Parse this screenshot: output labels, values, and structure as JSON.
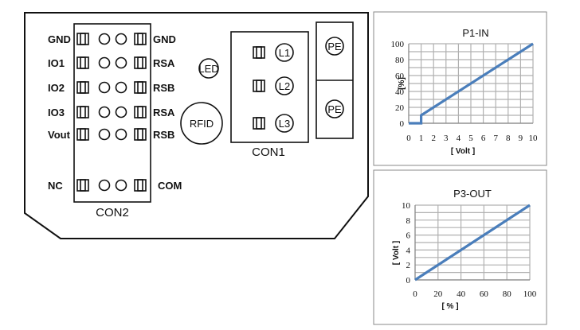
{
  "board": {
    "con2": {
      "label": "CON2",
      "left_labels": [
        "GND",
        "IO1",
        "IO2",
        "IO3",
        "Vout",
        "NC"
      ],
      "right_labels": [
        "GND",
        "RSA",
        "RSB",
        "RSA",
        "RSB",
        "COM"
      ]
    },
    "led": "LED",
    "rfid": "RFID",
    "con1": {
      "label": "CON1",
      "lines": [
        "L1",
        "L2",
        "L3"
      ]
    },
    "pe": [
      "PE",
      "PE"
    ]
  },
  "chart_data": [
    {
      "type": "line",
      "title": "P1-IN",
      "xlabel": "[ Volt ]",
      "ylabel": "[%]",
      "xlim": [
        0,
        10
      ],
      "ylim": [
        0,
        100
      ],
      "x_ticks": [
        0,
        1,
        2,
        3,
        4,
        5,
        6,
        7,
        8,
        9,
        10
      ],
      "y_ticks": [
        0,
        20,
        40,
        60,
        80,
        100
      ],
      "grid": true,
      "color": "#4a7ebb",
      "series": [
        {
          "x": [
            0,
            1,
            1,
            10
          ],
          "y": [
            0,
            0,
            10,
            100
          ]
        }
      ]
    },
    {
      "type": "line",
      "title": "P3-OUT",
      "xlabel": "[ % ]",
      "ylabel": "[ Volt ]",
      "xlim": [
        0,
        100
      ],
      "ylim": [
        0,
        10
      ],
      "x_ticks": [
        0,
        20,
        40,
        60,
        80,
        100
      ],
      "y_ticks": [
        0,
        2,
        4,
        6,
        8,
        10
      ],
      "grid": true,
      "color": "#4a7ebb",
      "series": [
        {
          "x": [
            0,
            100
          ],
          "y": [
            0,
            10
          ]
        }
      ]
    }
  ]
}
